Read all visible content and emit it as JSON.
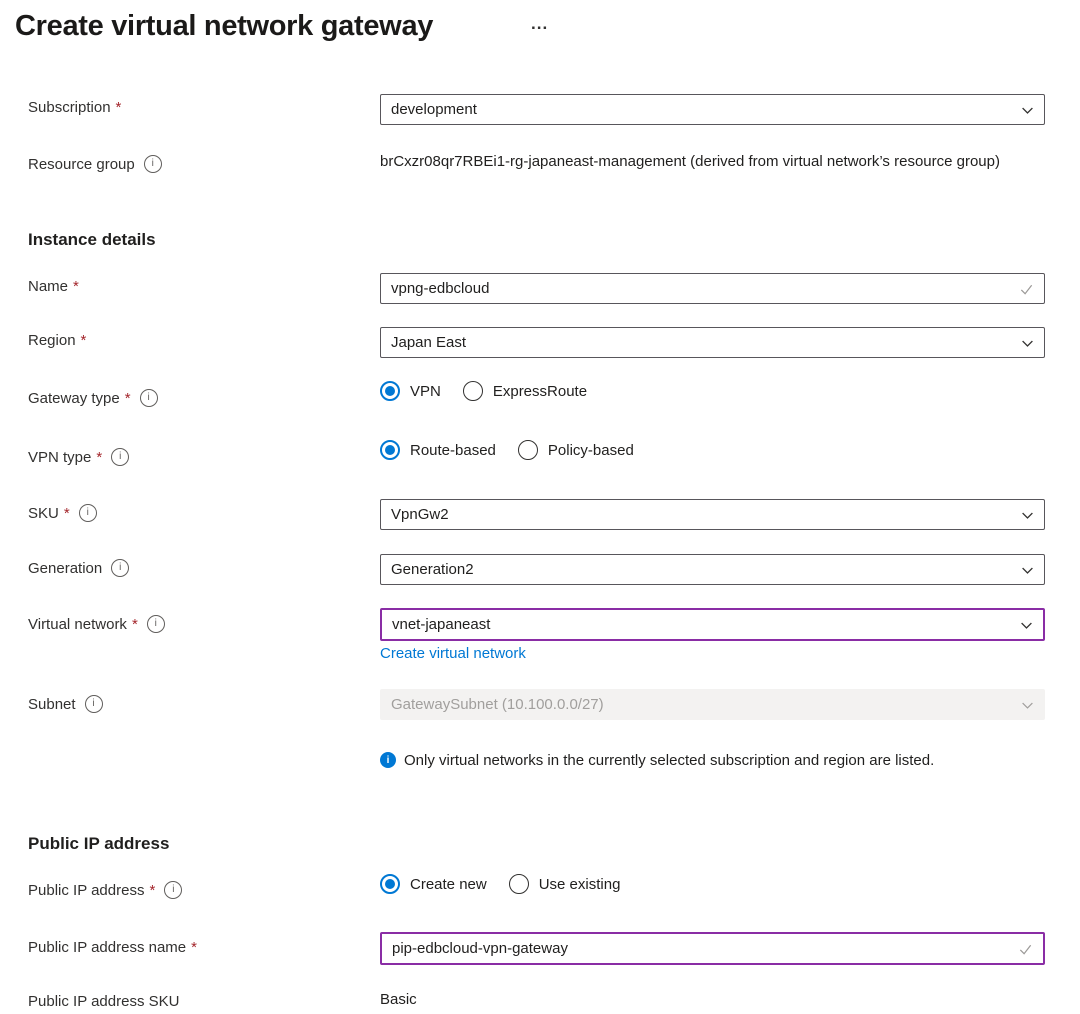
{
  "page": {
    "title": "Create virtual network gateway",
    "ellipsis": "..."
  },
  "colors": {
    "accent_blue": "#0078d4",
    "required_red": "#a4262c",
    "focus_purple": "#8a2da5",
    "disabled_gray": "#f3f2f1",
    "text": "#323130"
  },
  "icons": {
    "more": "ellipsis-icon",
    "dropdown": "chevron-down-icon",
    "valid": "checkmark-icon",
    "label_info": "info-circle-icon",
    "notice": "info-filled-icon"
  },
  "form": {
    "subscription": {
      "label": "Subscription",
      "value": "development"
    },
    "resource_group": {
      "label": "Resource group",
      "value": "brCxzr08qr7RBEi1-rg-japaneast-management (derived from virtual network’s resource group)"
    },
    "instance_details_heading": "Instance details",
    "name": {
      "label": "Name",
      "value": "vpng-edbcloud"
    },
    "region": {
      "label": "Region",
      "value": "Japan East"
    },
    "gateway_type": {
      "label": "Gateway type",
      "options": [
        "VPN",
        "ExpressRoute"
      ],
      "selected": "VPN"
    },
    "vpn_type": {
      "label": "VPN type",
      "options": [
        "Route-based",
        "Policy-based"
      ],
      "selected": "Route-based"
    },
    "sku": {
      "label": "SKU",
      "value": "VpnGw2"
    },
    "generation": {
      "label": "Generation",
      "value": "Generation2"
    },
    "virtual_network": {
      "label": "Virtual network",
      "value": "vnet-japaneast",
      "link": "Create virtual network"
    },
    "subnet": {
      "label": "Subnet",
      "value": "GatewaySubnet (10.100.0.0/27)"
    },
    "notice": "Only virtual networks in the currently selected subscription and region are listed.",
    "public_ip_heading": "Public IP address",
    "public_ip": {
      "label": "Public IP address",
      "options": [
        "Create new",
        "Use existing"
      ],
      "selected": "Create new"
    },
    "public_ip_name": {
      "label": "Public IP address name",
      "value": "pip-edbcloud-vpn-gateway"
    },
    "public_ip_sku": {
      "label": "Public IP address SKU",
      "value": "Basic"
    }
  }
}
